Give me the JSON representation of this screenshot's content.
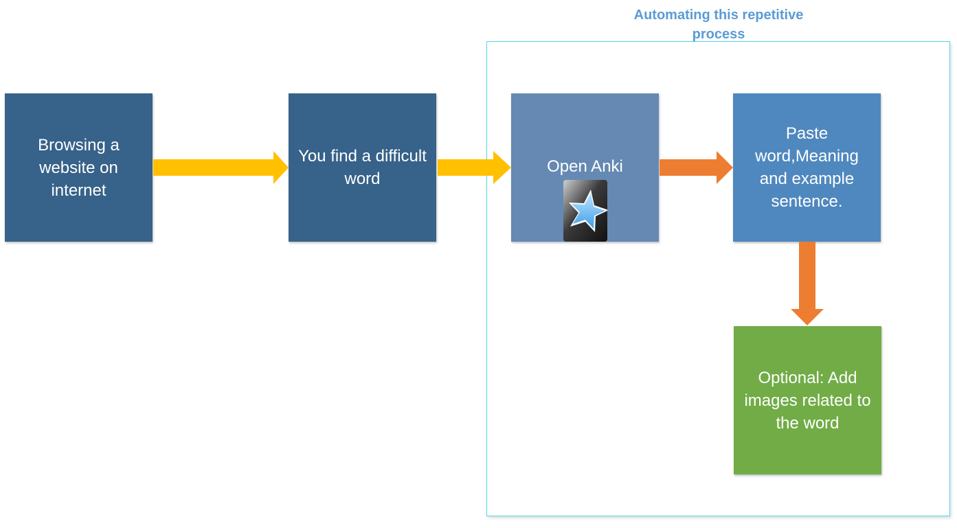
{
  "diagram": {
    "group_title": "Automating this repetitive process",
    "nodes": {
      "browsing": "Browsing a website on internet",
      "find_word": "You find a difficult word",
      "open_anki": "Open Anki",
      "paste": "Paste word,Meaning and example sentence.",
      "optional": "Optional: Add images related to the word"
    },
    "icons": {
      "anki": "anki-star-icon"
    },
    "colors": {
      "dark_node": "#376289",
      "anki_node": "#6589b2",
      "paste_node": "#4f88be",
      "optional_node": "#71ac47",
      "yellow_arrow": "#ffc000",
      "orange_arrow": "#ed7d31",
      "group_border": "#4fd6e6",
      "group_title": "#5b9bd5"
    }
  }
}
